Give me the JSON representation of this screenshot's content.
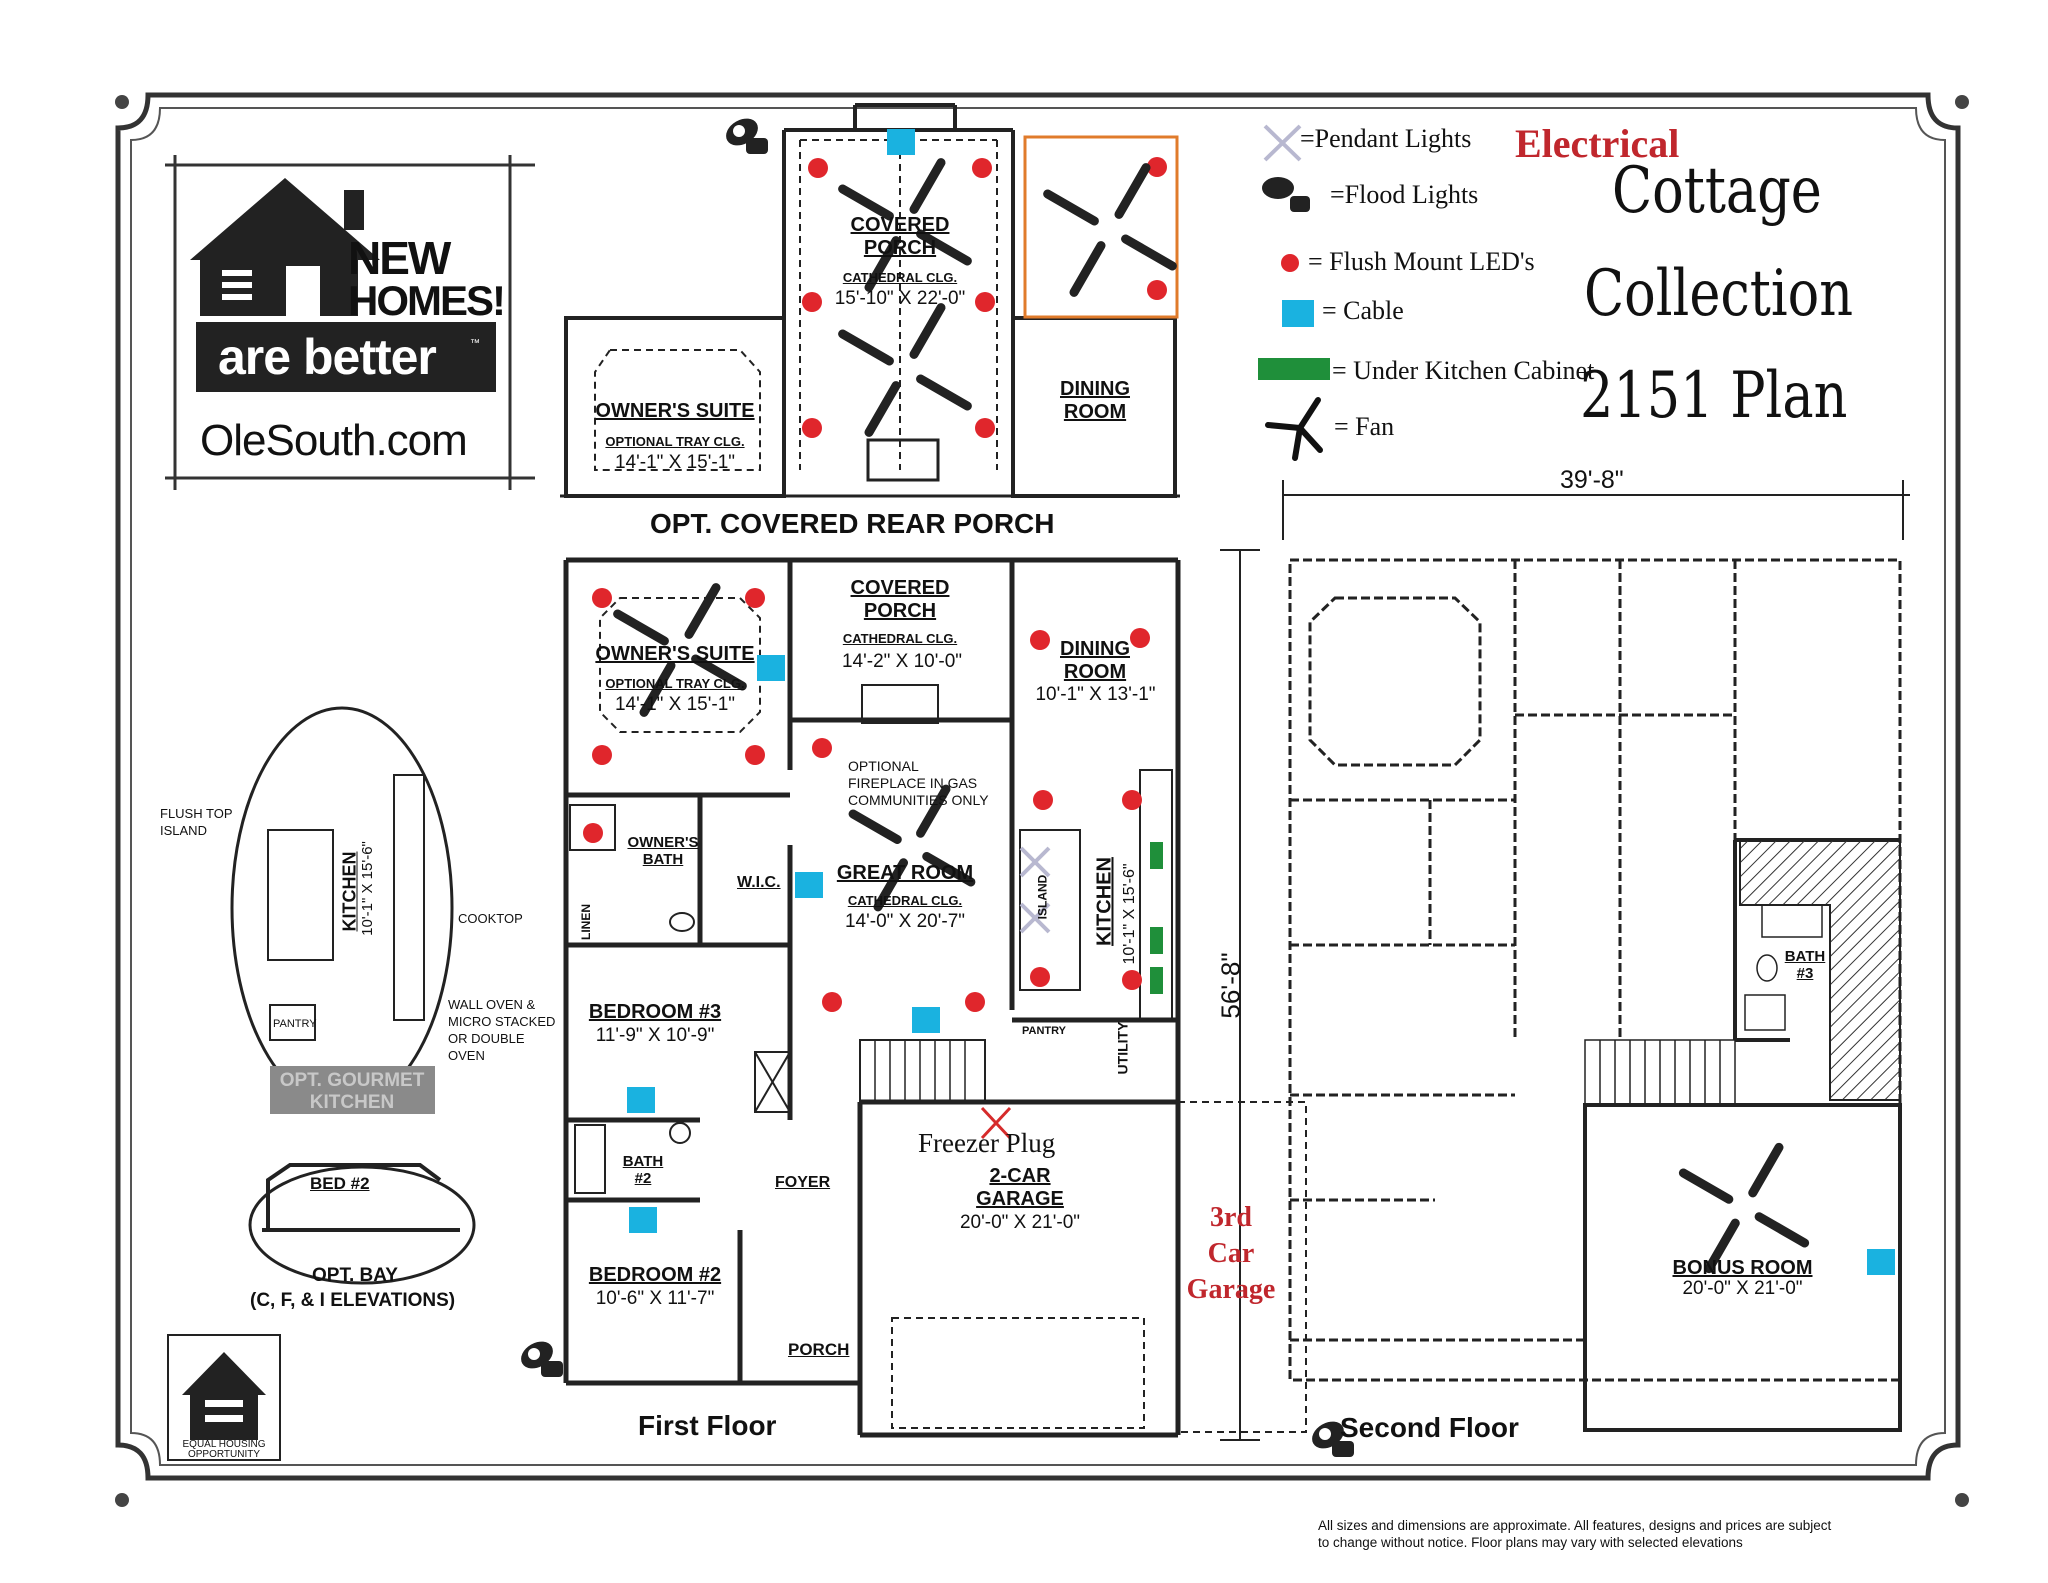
{
  "logo": {
    "line1": "NEW",
    "line2": "HOMES!",
    "line3": "are better",
    "tm": "™",
    "website": "OleSouth.com"
  },
  "legend": {
    "pendant": "=Pendant Lights",
    "flood": "=Flood Lights",
    "flush": "= Flush Mount LED's",
    "cable": "= Cable",
    "under_cabinet": "= Under Kitchen Cabinet",
    "fan": "= Fan"
  },
  "heading": {
    "electrical": "Electrical",
    "line1": "Cottage",
    "line2": "Collection",
    "line3": "2151 Plan"
  },
  "porch_option": {
    "title": "OPT. COVERED REAR PORCH",
    "covered_porch": {
      "name": "COVERED PORCH",
      "sub": "CATHEDRAL CLG.",
      "dim": "15'-10\" X 22'-0\""
    },
    "owners_suite": {
      "name": "OWNER'S SUITE",
      "sub": "OPTIONAL TRAY CLG.",
      "dim": "14'-1\" X 15'-1\""
    },
    "dining": {
      "name": "DINING ROOM"
    }
  },
  "first_floor": {
    "label": "First Floor",
    "owners_suite": {
      "name": "OWNER'S SUITE",
      "sub": "OPTIONAL TRAY CLG.",
      "dim": "14'-1\" X 15'-1\""
    },
    "covered_porch": {
      "name": "COVERED PORCH",
      "sub": "CATHEDRAL CLG.",
      "dim": "14'-2\" X 10'-0\""
    },
    "dining": {
      "name": "DINING ROOM",
      "dim": "10'-1\" X 13'-1\""
    },
    "fireplace_note": "OPTIONAL FIREPLACE IN GAS COMMUNITIES ONLY",
    "owners_bath": "OWNER'S BATH",
    "linen": "LINEN",
    "wic": "W.I.C.",
    "great_room": {
      "name": "GREAT ROOM",
      "sub": "CATHEDRAL CLG.",
      "dim": "14'-0\" X 20'-7\""
    },
    "island": "ISLAND",
    "kitchen": {
      "name": "KITCHEN",
      "dim": "10'-1\" X 15'-6\""
    },
    "pantry": "PANTRY",
    "utility": "UTILITY",
    "bedroom3": {
      "name": "BEDROOM #3",
      "dim": "11'-9\" X 10'-9\""
    },
    "bath2": "BATH #2",
    "foyer": "FOYER",
    "bedroom2": {
      "name": "BEDROOM #2",
      "dim": "10'-6\" X 11'-7\""
    },
    "porch": "PORCH",
    "garage": {
      "freezer": "Freezer Plug",
      "name": "2-CAR GARAGE",
      "dim": "20'-0\" X 21'-0\""
    },
    "depth": "56'-8\"",
    "third_car": "3rd Car Garage"
  },
  "gourmet": {
    "flush_top": "FLUSH TOP ISLAND",
    "kitchen": "KITCHEN",
    "dim": "10'-1\" X 15'-6\"",
    "cooktop": "COOKTOP",
    "wall_oven": "WALL OVEN & MICRO STACKED OR DOUBLE OVEN",
    "pantry": "PANTRY",
    "label": "OPT. GOURMET KITCHEN"
  },
  "bay": {
    "bed": "BED #2",
    "label": "OPT. BAY",
    "elevations": "(C, F, & I ELEVATIONS)"
  },
  "equal_housing": "EQUAL HOUSING OPPORTUNITY",
  "second_floor": {
    "label": "Second Floor",
    "width": "39'-8\"",
    "bath3": "BATH #3",
    "bonus": {
      "name": "BONUS ROOM",
      "dim": "20'-0\" X 21'-0\""
    }
  },
  "disclaimer": {
    "line1": "All sizes and dimensions are approximate. All features, designs and prices are subject",
    "line2": "to change without notice.  Floor plans may vary with selected elevations"
  },
  "colors": {
    "flush_led": "#e0262c",
    "cable": "#1ab2e0",
    "under_cabinet": "#1f8f3a",
    "electrical": "#c0272d",
    "pendant": "#b8b8d0"
  }
}
